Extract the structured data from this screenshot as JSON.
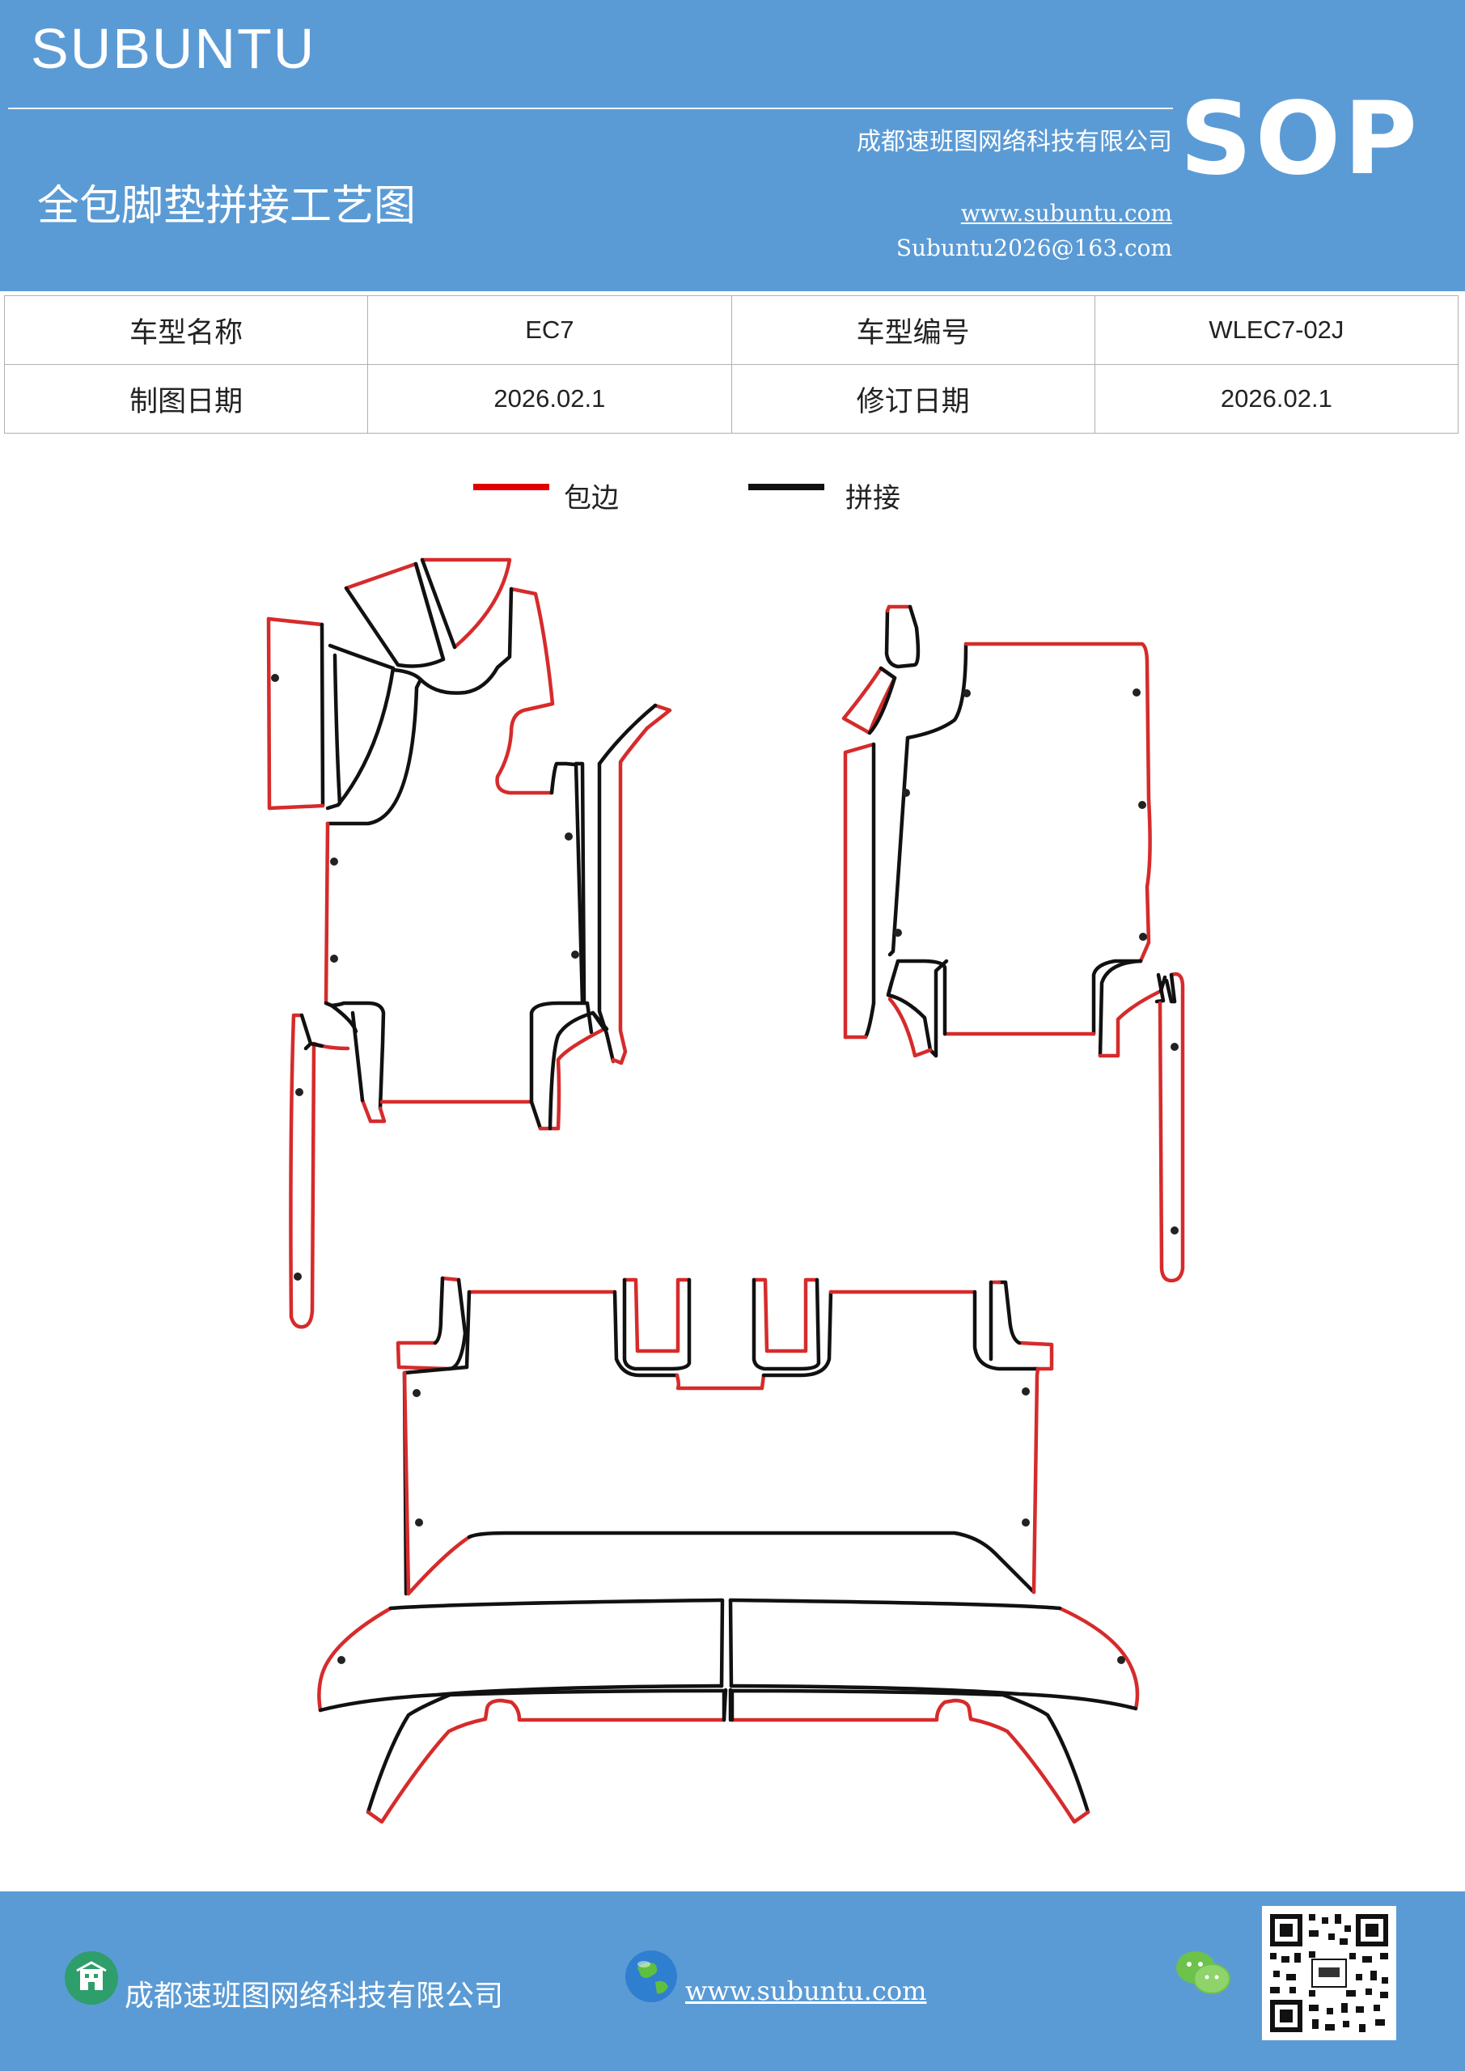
{
  "header": {
    "brand": "SUBUNTU",
    "badge": "SOP",
    "company": "成都速班图网络科技有限公司",
    "title": "全包脚垫拼接工艺图",
    "website": "www.subuntu.com",
    "email": "Subuntu2026@163.com"
  },
  "info_table": {
    "row1": {
      "label1": "车型名称",
      "value1": "EC7",
      "label2": "车型编号",
      "value2": "WLEC7-02J"
    },
    "row2": {
      "label1": "制图日期",
      "value1": "2026.02.1",
      "label2": "修订日期",
      "value2": "2026.02.1"
    }
  },
  "legend": [
    {
      "label": "包边",
      "color": "#e00000"
    },
    {
      "label": "拼接",
      "color": "#111111"
    }
  ],
  "footer": {
    "company": "成都速班图网络科技有限公司",
    "website": "www.subuntu.com",
    "icons": [
      "building-icon",
      "globe-icon",
      "wechat-icon",
      "qr-code"
    ]
  }
}
